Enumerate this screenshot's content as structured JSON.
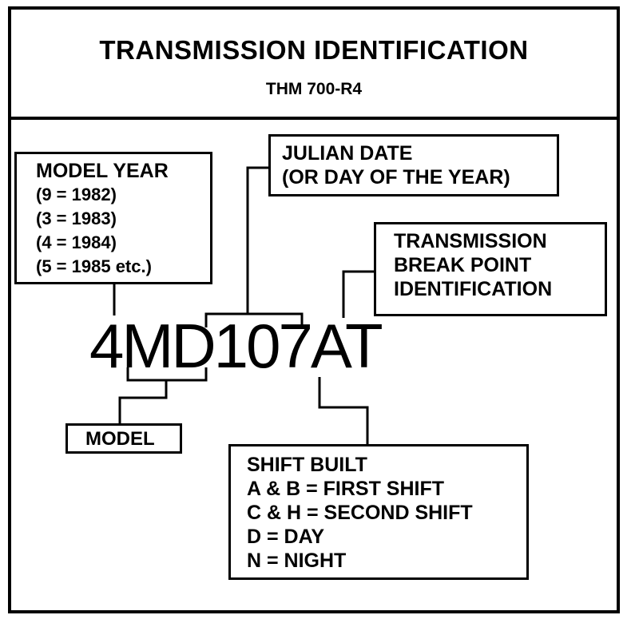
{
  "header": {
    "title": "TRANSMISSION IDENTIFICATION",
    "subtitle": "THM 700-R4"
  },
  "code": "4MD107AT",
  "model_year": {
    "heading": "MODEL YEAR",
    "lines": [
      "(9 = 1982)",
      "(3 = 1983)",
      "(4 = 1984)",
      "(5 = 1985 etc.)"
    ]
  },
  "julian_date": {
    "lines": [
      "JULIAN DATE",
      "(OR DAY OF THE YEAR)"
    ]
  },
  "break_point": {
    "lines": [
      "TRANSMISSION",
      "BREAK POINT",
      "IDENTIFICATION"
    ]
  },
  "model": {
    "label": "MODEL"
  },
  "shift_built": {
    "heading": "SHIFT BUILT",
    "lines": [
      "A & B = FIRST SHIFT",
      "C & H = SECOND SHIFT",
      "D = DAY",
      "N = NIGHT"
    ]
  }
}
